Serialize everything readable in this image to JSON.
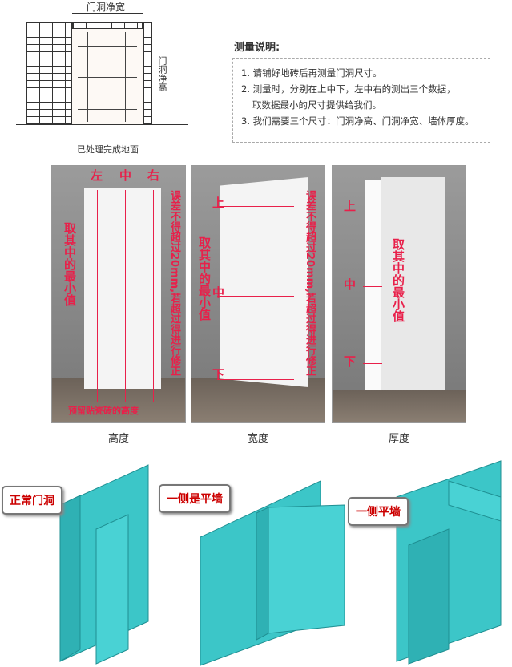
{
  "diagram": {
    "width_label": "门洞净宽",
    "height_label": "门洞净高",
    "floor_label": "已处理完成地面"
  },
  "notes": {
    "title": "测量说明:",
    "items": [
      "1. 请铺好地砖后再测量门洞尺寸。",
      "2. 测量时，分别在上中下，左中右的测出三个数据，",
      "取数据最小的尺寸提供给我们。",
      "3. 我们需要三个尺寸：门洞净高、门洞净宽、墙体厚度。"
    ]
  },
  "panels": [
    {
      "caption": "高度",
      "marks": [
        "左",
        "中",
        "右"
      ],
      "left_text": "取其中的最小值",
      "right_text": "误差不得超过20mm,若超过得进行修正",
      "bottom_text": "预留贴瓷砖的高度"
    },
    {
      "caption": "宽度",
      "marks": [
        "上",
        "中",
        "下"
      ],
      "left_text": "取其中的最小值",
      "right_text": "误差不得超过20mm,若超过得进行修正"
    },
    {
      "caption": "厚度",
      "marks": [
        "上",
        "中",
        "下"
      ],
      "right_text": "取其中的最小值"
    }
  ],
  "types": [
    "正常门洞",
    "一侧是平墙",
    "一侧平墙"
  ],
  "colors": {
    "accent": "#e8204a",
    "wall3d": "#3cc6c8"
  }
}
